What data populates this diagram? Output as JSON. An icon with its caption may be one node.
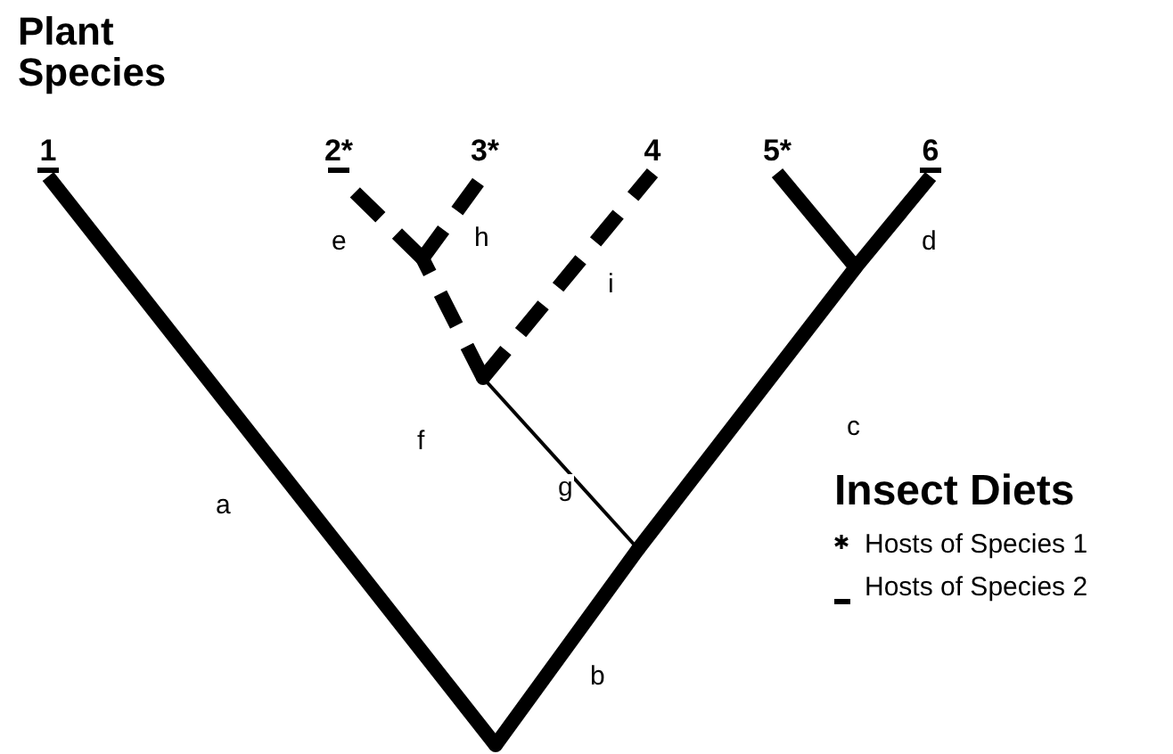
{
  "diagram": {
    "title": "Plant Species",
    "nodes": [
      {
        "text": [
          "1"
        ]
      },
      {
        "text": [
          "2*"
        ]
      },
      {
        "text": [
          "3*"
        ]
      },
      {
        "text": [
          "4"
        ]
      },
      {
        "text": [
          "5*"
        ]
      },
      {
        "text": [
          "6"
        ]
      },
      {
        "text": [],
        "shape": "point"
      },
      {
        "text": [],
        "shape": "point"
      },
      {
        "text": [],
        "shape": "point"
      },
      {
        "text": [],
        "shape": "point"
      },
      {
        "text": [],
        "shape": "point"
      }
    ],
    "edges": [
      {
        "from": 10,
        "to": 0,
        "arrow": "none",
        "label": "a"
      },
      {
        "from": 10,
        "to": 9,
        "arrow": "none",
        "label": "b"
      },
      {
        "from": 9,
        "to": 8,
        "arrow": "none",
        "label": "c"
      },
      {
        "from": 8,
        "to": 5,
        "arrow": "none",
        "label": "d"
      },
      {
        "from": 8,
        "to": 4,
        "arrow": "none"
      },
      {
        "from": 9,
        "to": 7,
        "arrow": "none",
        "label": "g"
      },
      {
        "from": 7,
        "to": 6,
        "arrow": "none",
        "label": "f",
        "style": "dashed"
      },
      {
        "from": 7,
        "to": 3,
        "arrow": "none",
        "label": "i",
        "style": "dashed"
      },
      {
        "from": 6,
        "to": 1,
        "arrow": "none",
        "label": "e",
        "style": "dashed"
      },
      {
        "from": 6,
        "to": 2,
        "arrow": "none",
        "label": "h",
        "style": "dashed"
      }
    ],
    "labels": [
      "Insect Diets"
    ],
    "legend": [
      {
        "text": "Hosts of Species 1"
      },
      {
        "text": "Hosts of Species 2"
      }
    ]
  }
}
